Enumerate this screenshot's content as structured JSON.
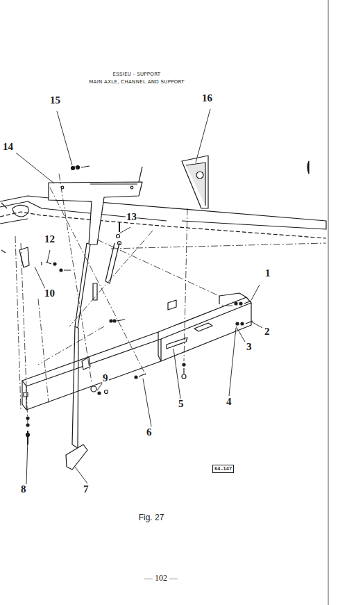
{
  "diagram": {
    "title": "ESSIEU - SUPPORT",
    "caption": "Fig. 27",
    "nodes": [
      {
        "text": [
          "64-147"
        ]
      }
    ],
    "labels": [
      "MAIN AXLE, CHANNEL AND SUPPORT",
      "1",
      "2",
      "3",
      "4",
      "5",
      "6",
      "7",
      "8",
      "9",
      "10",
      "12",
      "13",
      "14",
      "15",
      "16",
      "— 102 —"
    ]
  }
}
